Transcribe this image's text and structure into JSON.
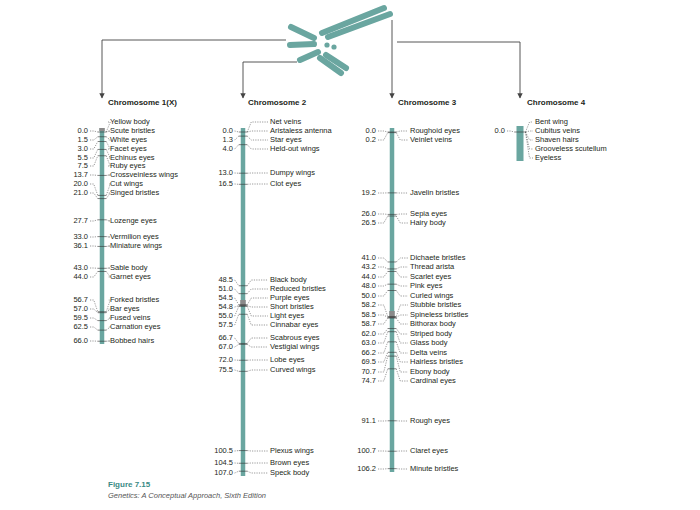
{
  "diagram": {
    "caption": "Figure 7.15",
    "labels": [
      "Chromosome 1(X)",
      "0.0",
      "1.5",
      "3.0",
      "5.5",
      "7.5",
      "13.7",
      "20.0",
      "21.0",
      "27.7",
      "33.0",
      "36.1",
      "43.0",
      "44.0",
      "56.7",
      "57.0",
      "59.5",
      "62.5",
      "66.0",
      "Yellow body",
      "Scute bristles",
      "White eyes",
      "Facet eyes",
      "Echinus eyes",
      "Ruby eyes",
      "Crossveinless wings",
      "Cut wings",
      "Singed bristles",
      "Lozenge eyes",
      "Vermilion eyes",
      "Miniature wings",
      "Sable body",
      "Garnet eyes",
      "Forked bristles",
      "Bar eyes",
      "Fused veins",
      "Carnation eyes",
      "Bobbed hairs",
      "Chromosome 2",
      "0.0",
      "1.3",
      "4.0",
      "13.0",
      "16.5",
      "48.5",
      "51.0",
      "54.5",
      "54.8",
      "55.0",
      "57.5",
      "66.7",
      "67.0",
      "72.0",
      "75.5",
      "100.5",
      "104.5",
      "107.0",
      "Net veins",
      "Aristaless antenna",
      "Star eyes",
      "Held-out wings",
      "Dumpy wings",
      "Clot eyes",
      "Black body",
      "Reduced bristles",
      "Purple eyes",
      "Short bristles",
      "Light eyes",
      "Cinnabar eyes",
      "Scabrous eyes",
      "Vestigial wings",
      "Lobe eyes",
      "Curved wings",
      "Plexus wings",
      "Brown eyes",
      "Speck body",
      "Chromosome 3",
      "0.0",
      "0.2",
      "19.2",
      "26.0",
      "26.5",
      "41.0",
      "43.2",
      "44.0",
      "48.0",
      "50.0",
      "58.2",
      "58.5",
      "58.7",
      "62.0",
      "63.0",
      "66.2",
      "69.5",
      "70.7",
      "74.7",
      "91.1",
      "100.7",
      "106.2",
      "Roughoid eyes",
      "Veinlet veins",
      "Javelin bristles",
      "Sepia eyes",
      "Hairy body",
      "Dichaete bristles",
      "Thread arista",
      "Scarlet eyes",
      "Pink eyes",
      "Curled wings",
      "Stubble bristles",
      "Spineless bristles",
      "Bithorax body",
      "Striped body",
      "Glass body",
      "Delta veins",
      "Hairless bristles",
      "Ebony body",
      "Cardinal eyes",
      "Rough eyes",
      "Claret eyes",
      "Minute bristles",
      "Chromosome 4",
      "0.0",
      "Bent wing",
      "Cubitus veins",
      "Shaven hairs",
      "Grooveless scutellum",
      "Eyeless",
      "Genetics: A Conceptual Approach, Sixth Edition"
    ]
  }
}
